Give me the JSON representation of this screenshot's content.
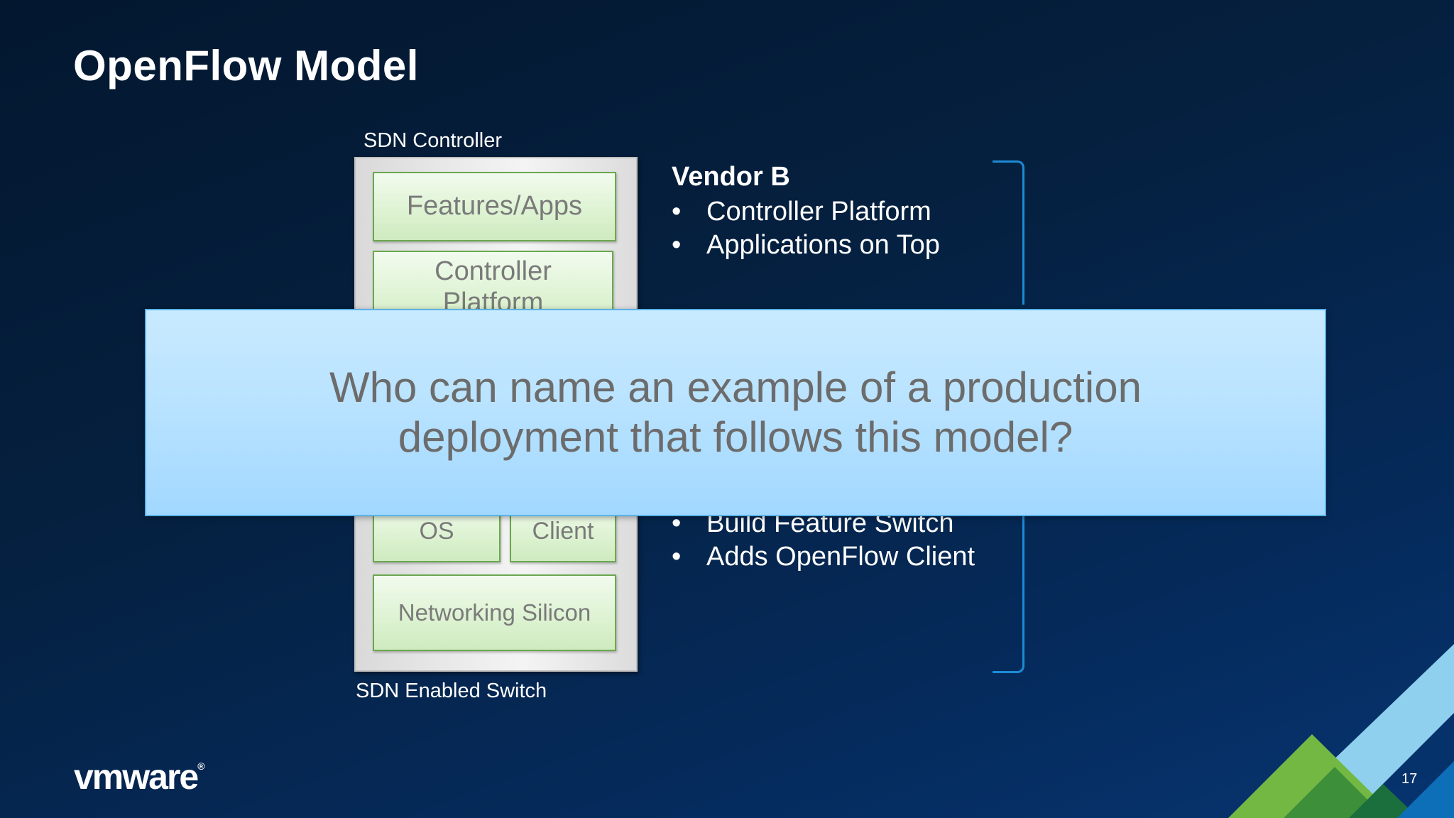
{
  "slide": {
    "title": "OpenFlow Model",
    "page_number": "17",
    "brand_logo": "vmware"
  },
  "diagram": {
    "controller_caption": "SDN Controller",
    "switch_caption": "SDN Enabled Switch",
    "controller_boxes": [
      "Features/Apps",
      "Controller\nPlatform"
    ],
    "switch_boxes": {
      "os": "OS",
      "client": "Client",
      "silicon": "Networking Silicon"
    }
  },
  "vendor_b": {
    "title": "Vendor B",
    "bullets": [
      "Controller Platform",
      "Applications on Top"
    ]
  },
  "vendor_a": {
    "bullets": [
      "Build Feature Switch",
      "Adds OpenFlow Client"
    ]
  },
  "overlay": {
    "question": "Who can name an example of a production deployment that follows this model?"
  },
  "colors": {
    "background": "#052a5a",
    "box_fill": "#def3d3",
    "box_border": "#6aa84f",
    "bracket": "#1d8bd6",
    "overlay_fill": "#b7e2ff"
  }
}
